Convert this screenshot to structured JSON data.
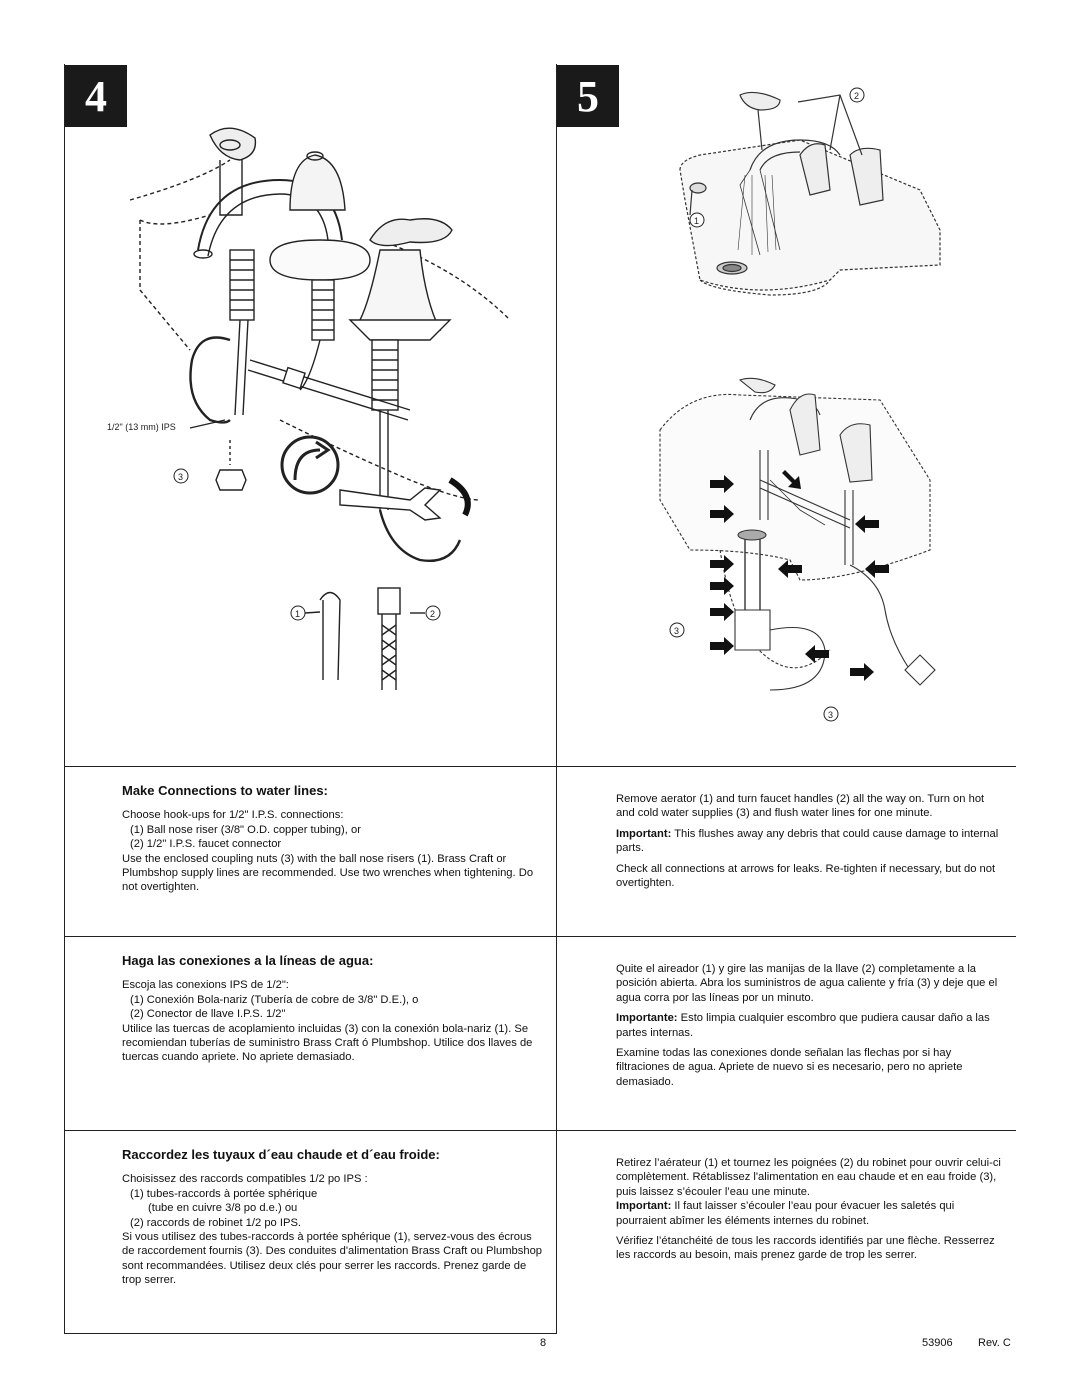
{
  "steps": {
    "left": "4",
    "right": "5"
  },
  "figure4": {
    "ips_label": "1/2\" (13 mm) IPS",
    "callouts": [
      "3",
      "1",
      "2"
    ]
  },
  "figure5": {
    "callouts_top": [
      "2",
      "1"
    ],
    "callouts_bottom": [
      "3",
      "3"
    ]
  },
  "english": {
    "title": "Make Connections to water lines:",
    "choose": "Choose hook-ups for 1/2\" I.P.S. connections:",
    "item1": "(1)  Ball nose riser (3/8\" O.D. copper tubing), or",
    "item2": "(2)  1/2\" I.P.S. faucet connector",
    "body": "Use the enclosed coupling nuts (3) with the ball nose risers (1). Brass Craft or Plumbshop supply lines are recommended. Use two wrenches when tightening. Do not overtighten.",
    "r1": "Remove aerator (1) and turn faucet handles (2) all the way on. Turn on hot and cold water supplies (3) and flush water lines for one minute.",
    "r2_strong": "Important:",
    "r2": " This flushes away any debris that could cause damage to internal parts.",
    "r3": "Check all connections at arrows for leaks. Re-tighten if necessary, but do not overtighten."
  },
  "spanish": {
    "title": "Haga las conexiones a la líneas de agua:",
    "choose": "Escoja las conexions IPS de 1/2\":",
    "item1": "(1)  Conexión Bola-nariz (Tubería de cobre de 3/8\" D.E.), o",
    "item2": "(2)  Conector de llave I.P.S. 1/2\"",
    "body": "Utilice las tuercas de acoplamiento incluidas (3) con la conexión bola-nariz (1). Se recomiendan tuberías de suministro Brass Craft ó Plumbshop. Utilice dos llaves de tuercas cuando apriete. No apriete demasiado.",
    "r1": "Quite el aireador (1) y gire las manijas de la llave (2) completamente a la posición abierta. Abra los suministros de agua caliente y fría (3) y deje que el agua corra por las líneas por un minuto.",
    "r2_strong": "Importante:",
    "r2": " Esto limpia cualquier escombro que pudiera causar daño a las partes internas.",
    "r3": "Examine todas las conexiones donde señalan las flechas por si hay filtraciones de agua. Apriete de nuevo si es necesario, pero no apriete   demasiado."
  },
  "french": {
    "title": "Raccordez les tuyaux d´eau chaude et d´eau froide:",
    "choose": "Choisissez des raccords compatibles 1/2 po IPS :",
    "item1": "(1)  tubes-raccords à portée sphérique",
    "item1b": "(tube en cuivre 3/8 po d.e.) ou",
    "item2": "(2)  raccords de robinet 1/2 po IPS.",
    "body": "Si vous utilisez des tubes-raccords à portée sphérique (1), servez-vous des écrous de raccordement fournis (3). Des conduites d'alimentation Brass Craft ou Plumbshop sont recommandées. Utilisez deux clés pour serrer les raccords. Prenez garde de trop serrer.",
    "r1": "Retirez l’aérateur (1) et tournez les poignées (2) du robinet pour ouvrir celui-ci complètement. Rétablissez l'alimentation en eau chaude et en eau froide (3), puis laissez s’écouler l’eau une minute.",
    "r2_strong": "Important:",
    "r2": " Il faut laisser s’écouler l’eau pour évacuer les saletés qui pourraient abîmer les éléments internes du robinet.",
    "r3": "Vérifiez l’étanchéité de tous les raccords identifiés par une flèche. Resserrez les raccords au besoin, mais prenez garde de trop les serrer."
  },
  "footer": {
    "page": "8",
    "doc": "53906",
    "rev": "Rev. C"
  }
}
